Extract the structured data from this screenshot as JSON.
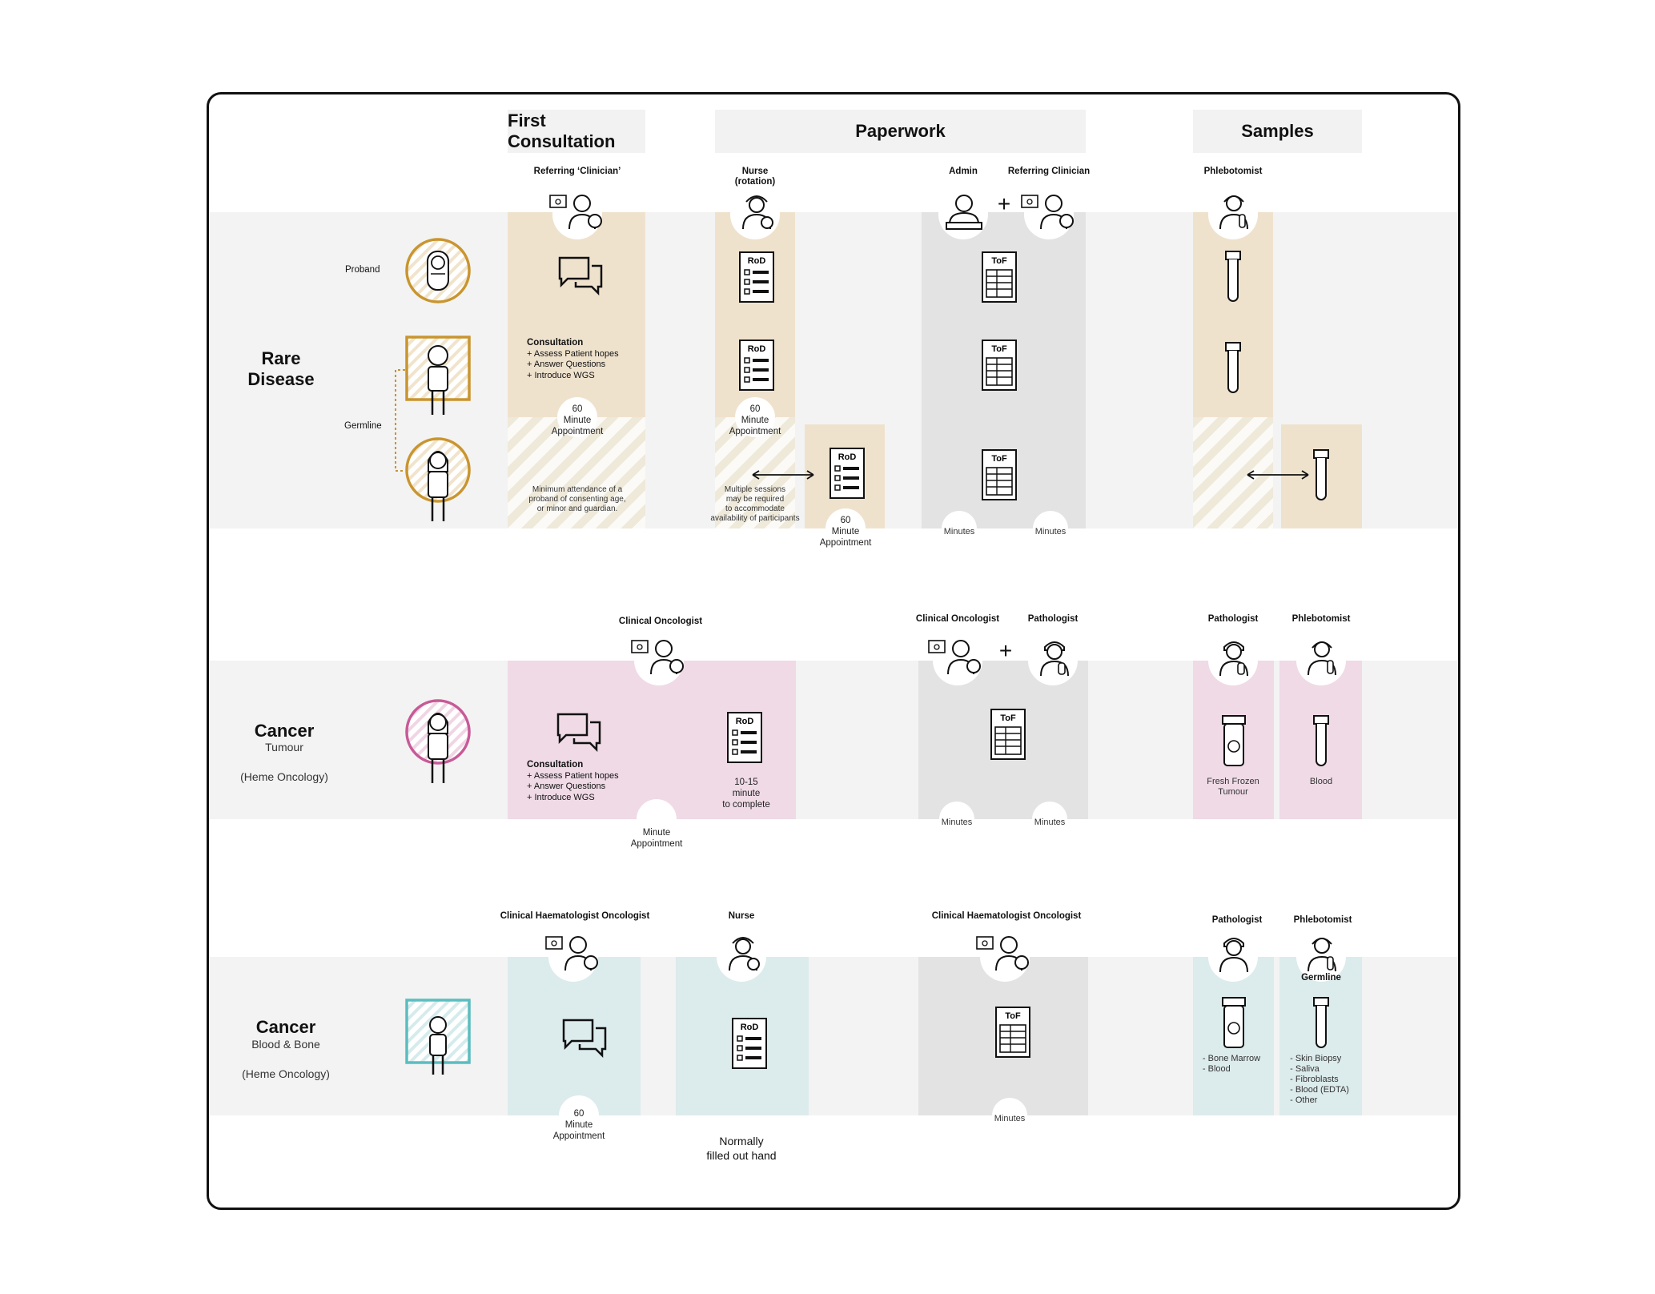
{
  "headers": {
    "first_consultation": "First Consultation",
    "paperwork": "Paperwork",
    "samples": "Samples"
  },
  "rare_disease": {
    "title": "Rare\nDisease",
    "proband": "Proband",
    "germline": "Germline",
    "roles": {
      "referring_clinician_q": "Referring ‘Clinician’",
      "nurse_rotation": "Nurse\n(rotation)",
      "admin": "Admin",
      "referring_clinician": "Referring Clinician",
      "phlebotomist": "Phlebotomist"
    },
    "consultation": {
      "heading": "Consultation",
      "items": [
        "+ Assess Patient hopes",
        "+ Answer Questions",
        "+ Introduce WGS"
      ]
    },
    "appt1": "60\nMinute\nAppointment",
    "appt2": "60\nMinute\nAppointment",
    "appt3": "60\nMinute\nAppointment",
    "attendance_note": "Minimum attendance of a\nproband of consenting age,\nor minor and guardian.",
    "sessions_note": "Multiple sessions\nmay be required\nto accommodate\navailability of participants",
    "minutes_a": "Minutes",
    "minutes_b": "Minutes",
    "rod": "RoD",
    "tof": "ToF"
  },
  "cancer_tumour": {
    "title": "Cancer",
    "subtitle": "Tumour",
    "note": "(Heme Oncology)",
    "roles": {
      "clinical_oncologist": "Clinical Oncologist",
      "clinical_oncologist_2": "Clinical Oncologist",
      "pathologist": "Pathologist",
      "pathologist_2": "Pathologist",
      "phlebotomist": "Phlebotomist"
    },
    "consultation": {
      "heading": "Consultation",
      "items": [
        "+ Assess Patient hopes",
        "+ Answer Questions",
        "+ Introduce WGS"
      ]
    },
    "rod_time": "10-15\nminute\nto complete",
    "appt": "Minute\nAppointment",
    "minutes_a": "Minutes",
    "minutes_b": "Minutes",
    "sample_tumour": "Fresh Frozen\nTumour",
    "sample_blood": "Blood"
  },
  "cancer_blood": {
    "title": "Cancer",
    "subtitle": "Blood & Bone",
    "note": "(Heme Oncology)",
    "roles": {
      "haem_oncologist": "Clinical Haematologist Oncologist",
      "nurse": "Nurse",
      "haem_oncologist_2": "Clinical Haematologist Oncologist",
      "pathologist": "Pathologist",
      "phlebotomist": "Phlebotomist",
      "germline": "Germline"
    },
    "appt": "60\nMinute\nAppointment",
    "hand_note": "Normally\nfilled out hand",
    "minutes": "Minutes",
    "sample_marrow": "- Bone Marrow\n- Blood",
    "sample_germline": "- Skin Biopsy\n- Saliva\n- Fibroblasts\n- Blood (EDTA)\n- Other"
  },
  "colors": {
    "rare": "#c9952f",
    "tumour": "#c75a98",
    "blood": "#5bbdc0",
    "beige": "#efe2cd",
    "pink": "#efdae6",
    "teal": "#dcebec",
    "gray": "#e3e3e3"
  },
  "icons": [
    "person-clinician-icon",
    "nurse-icon",
    "admin-icon",
    "phlebotomist-icon",
    "pathologist-icon",
    "chat-bubble-icon",
    "form-rod-icon",
    "form-tof-icon",
    "sample-tube-icon",
    "double-arrow-icon",
    "baby-icon",
    "child-icon",
    "woman-icon"
  ]
}
